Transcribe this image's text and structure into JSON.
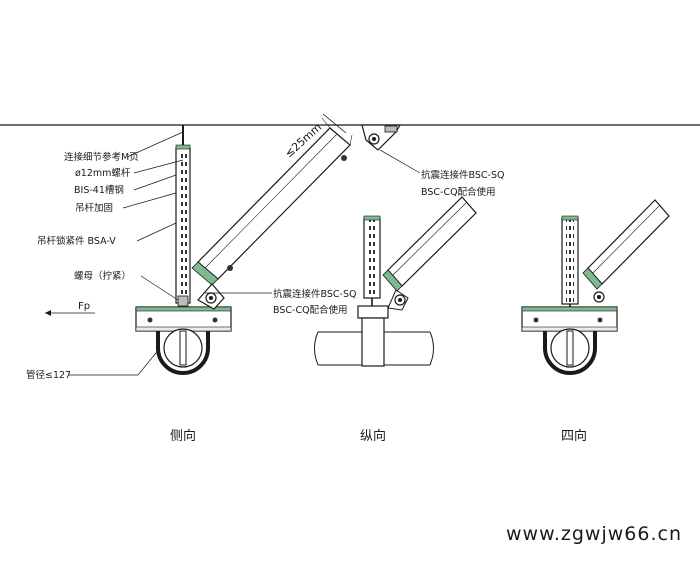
{
  "labels": {
    "connector_ref": "连接细节参考M页",
    "rod": "ø12mm螺杆",
    "channel": "BIS-41槽钢",
    "rod_reinforce": "吊杆加固",
    "rod_lock": "吊杆锁紧件 BSA-V",
    "nut": "螺母（拧紧）",
    "force": "Fp",
    "pipe_dia": "管径≤127",
    "dim_25": "≤25mm",
    "seismic_top_1": "抗震连接件BSC-SQ",
    "seismic_top_2": "BSC-CQ配合使用",
    "seismic_mid_1": "抗震连接件BSC-SQ",
    "seismic_mid_2": "BSC-CQ配合使用"
  },
  "views": {
    "side": "侧向",
    "longitudinal": "纵向",
    "four_way": "四向"
  },
  "watermark": "www.zgwjw66.cn",
  "colors": {
    "line": "#1a1a1a",
    "green_fill": "#7fb98e",
    "green_light": "#e6f0e6",
    "gray_fill": "#d9d9d9",
    "pipe_fill": "#e8e8e8"
  }
}
